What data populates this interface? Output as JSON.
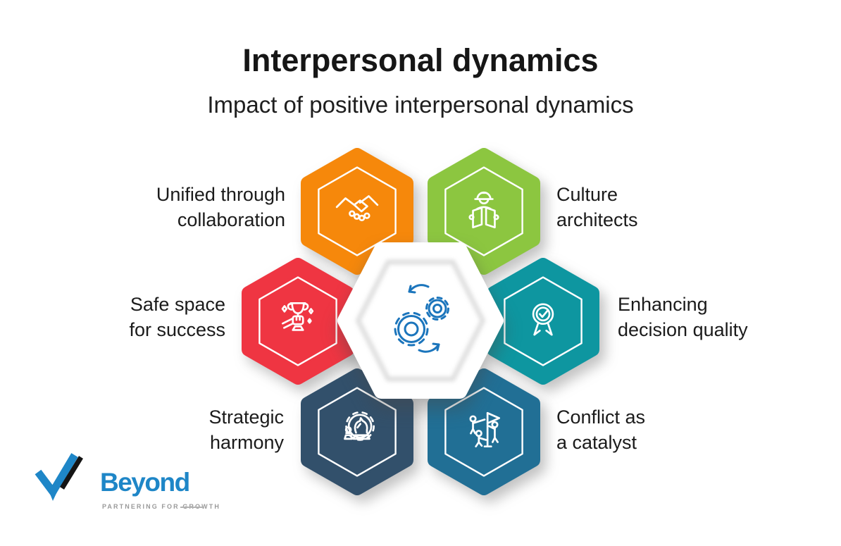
{
  "title": "Interpersonal dynamics",
  "subtitle": "Impact of positive interpersonal dynamics",
  "items": [
    {
      "key": "collaboration",
      "color": "#F6880B",
      "icon": "handshake-icon",
      "lines": [
        "Unified through",
        "collaboration"
      ]
    },
    {
      "key": "culture",
      "color": "#8CC640",
      "icon": "architect-icon",
      "lines": [
        "Culture",
        "architects"
      ]
    },
    {
      "key": "safe-space",
      "color": "#EF3542",
      "icon": "trophy-hand-icon",
      "lines": [
        "Safe space",
        "for success"
      ]
    },
    {
      "key": "decision",
      "color": "#0E96A0",
      "icon": "award-ribbon-icon",
      "lines": [
        "Enhancing",
        "decision quality"
      ]
    },
    {
      "key": "strategy",
      "color": "#32506B",
      "icon": "strategy-chess-gear-icon",
      "lines": [
        "Strategic",
        "harmony"
      ]
    },
    {
      "key": "conflict",
      "color": "#216F95",
      "icon": "team-flag-icon",
      "lines": [
        "Conflict as",
        "a catalyst"
      ]
    }
  ],
  "center": {
    "icon": "gears-sync-icon",
    "icon_color": "#1B75BC"
  },
  "logo": {
    "name": "Beyond",
    "tagline": "PARTNERING FOR GROWTH",
    "blue": "#1E86C7"
  },
  "colors": {
    "text": "#1B1B1B",
    "background": "#FFFFFF"
  }
}
